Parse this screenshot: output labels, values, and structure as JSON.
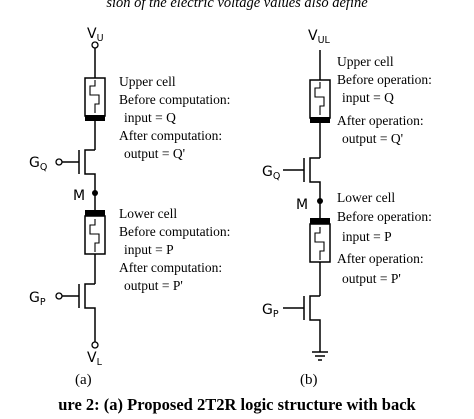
{
  "top_text": "sion of the electric voltage values also define",
  "caption": "ure 2: (a) Proposed 2T2R logic structure with back",
  "circuit_a": {
    "label": "(a)",
    "supply_top": {
      "main": "V",
      "sub": "U"
    },
    "supply_bottom": {
      "main": "V",
      "sub": "L"
    },
    "gate_upper": {
      "main": "G",
      "sub": "Q"
    },
    "gate_lower": {
      "main": "G",
      "sub": "P"
    },
    "middle_node": "M",
    "upper_note": [
      "Upper cell",
      "Before computation:",
      "input = Q",
      "After computation:",
      "output = Q'"
    ],
    "lower_note": [
      "Lower cell",
      "Before computation:",
      "input = P",
      "After computation:",
      "output = P'"
    ]
  },
  "circuit_b": {
    "label": "(b)",
    "supply_top": {
      "main": "V",
      "sub": "UL"
    },
    "gate_upper": {
      "main": "G",
      "sub": "Q"
    },
    "gate_lower": {
      "main": "G",
      "sub": "P"
    },
    "middle_node": "M",
    "upper_note": [
      "Upper cell",
      "Before operation:",
      "input = Q",
      "After operation:",
      "output = Q'"
    ],
    "lower_note": [
      "Lower cell",
      "Before operation:",
      "input = P",
      "After operation:",
      "output = P'"
    ]
  }
}
